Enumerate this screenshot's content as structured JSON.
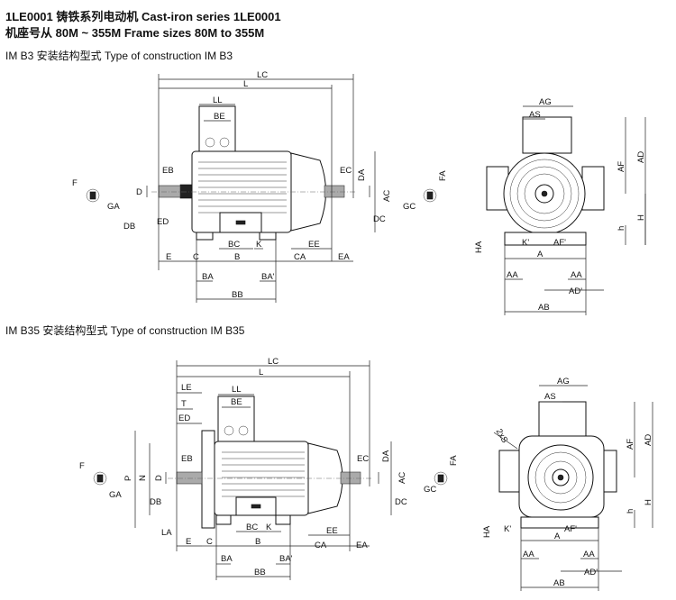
{
  "header": {
    "title_line1": "1LE0001 铸铁系列电动机  Cast-iron series 1LE0001",
    "title_line2": "机座号从 80M ~ 355M  Frame sizes 80M to 355M"
  },
  "sections": [
    {
      "caption": "IM B3 安装结构型式  Type of construction IM B3"
    },
    {
      "caption": "IM B35 安装结构型式   Type of construction IM B35"
    }
  ],
  "b3_side_labels": [
    "LC",
    "L",
    "LL",
    "BE",
    "EB",
    "D",
    "F",
    "GA",
    "DB",
    "ED",
    "E",
    "C",
    "BC",
    "K",
    "B",
    "EE",
    "CA",
    "EA",
    "BA",
    "BA'",
    "BB",
    "EC",
    "DA",
    "AC",
    "FA",
    "GC",
    "DC"
  ],
  "b3_end_labels": [
    "AG",
    "AS",
    "AF",
    "AD",
    "H",
    "h",
    "K'",
    "AF'",
    "A",
    "AA",
    "AA",
    "AD'",
    "AB",
    "HA"
  ],
  "b35_side_labels": [
    "LC",
    "L",
    "LE",
    "LL",
    "T",
    "BE",
    "ED",
    "EB",
    "P",
    "N",
    "D",
    "F",
    "GA",
    "DB",
    "LA",
    "E",
    "C",
    "BC",
    "K",
    "B",
    "EE",
    "CA",
    "EA",
    "BA",
    "BA'",
    "BB",
    "EC",
    "DA",
    "AC",
    "FA",
    "GC",
    "DC"
  ],
  "b35_end_labels": [
    "AG",
    "AS",
    "2xS",
    "AF",
    "AD",
    "H",
    "h",
    "K'",
    "AF'",
    "A",
    "AA",
    "AA",
    "AD'",
    "AB",
    "HA"
  ]
}
